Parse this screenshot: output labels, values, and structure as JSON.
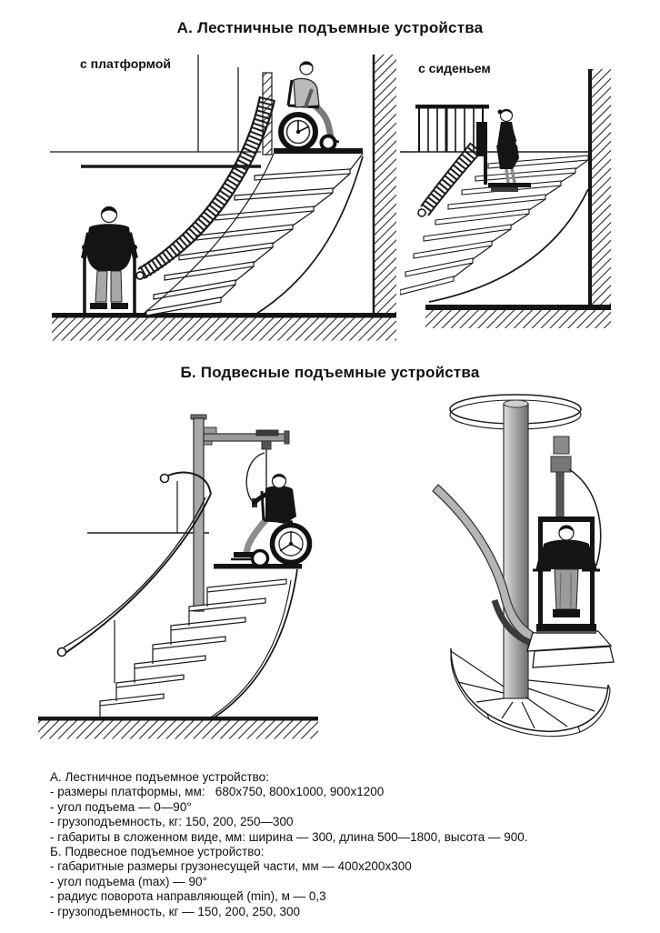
{
  "titles": {
    "section_a": "А. Лестничные подъемные устройства",
    "section_b": "Б. Подвесные подъемные устройства"
  },
  "labels": {
    "platform": "с платформой",
    "seat": "с сиденьем"
  },
  "specs": {
    "lines": [
      "А. Лестничное подъемное устройство:",
      "- размеры платформы, мм:   680x750, 800x1000, 900x1200",
      "- угол подъема — 0—90°",
      "- грузоподъемность, кг: 150, 200, 250—300",
      "- габариты в сложенном виде, мм: ширина — 300, длина 500—1800, высота — 900.",
      "Б. Подвесное подъемное устройство:",
      "- габаритные размеры грузонесущей части, мм — 400x200x300",
      "- угол подъема (max) — 90°",
      "- радиус поворота направляющей (min), м — 0,3",
      "- грузоподъемность, кг — 150, 200, 250, 300"
    ]
  },
  "colors": {
    "ink": "#1a1a1a",
    "paper": "#ffffff"
  }
}
